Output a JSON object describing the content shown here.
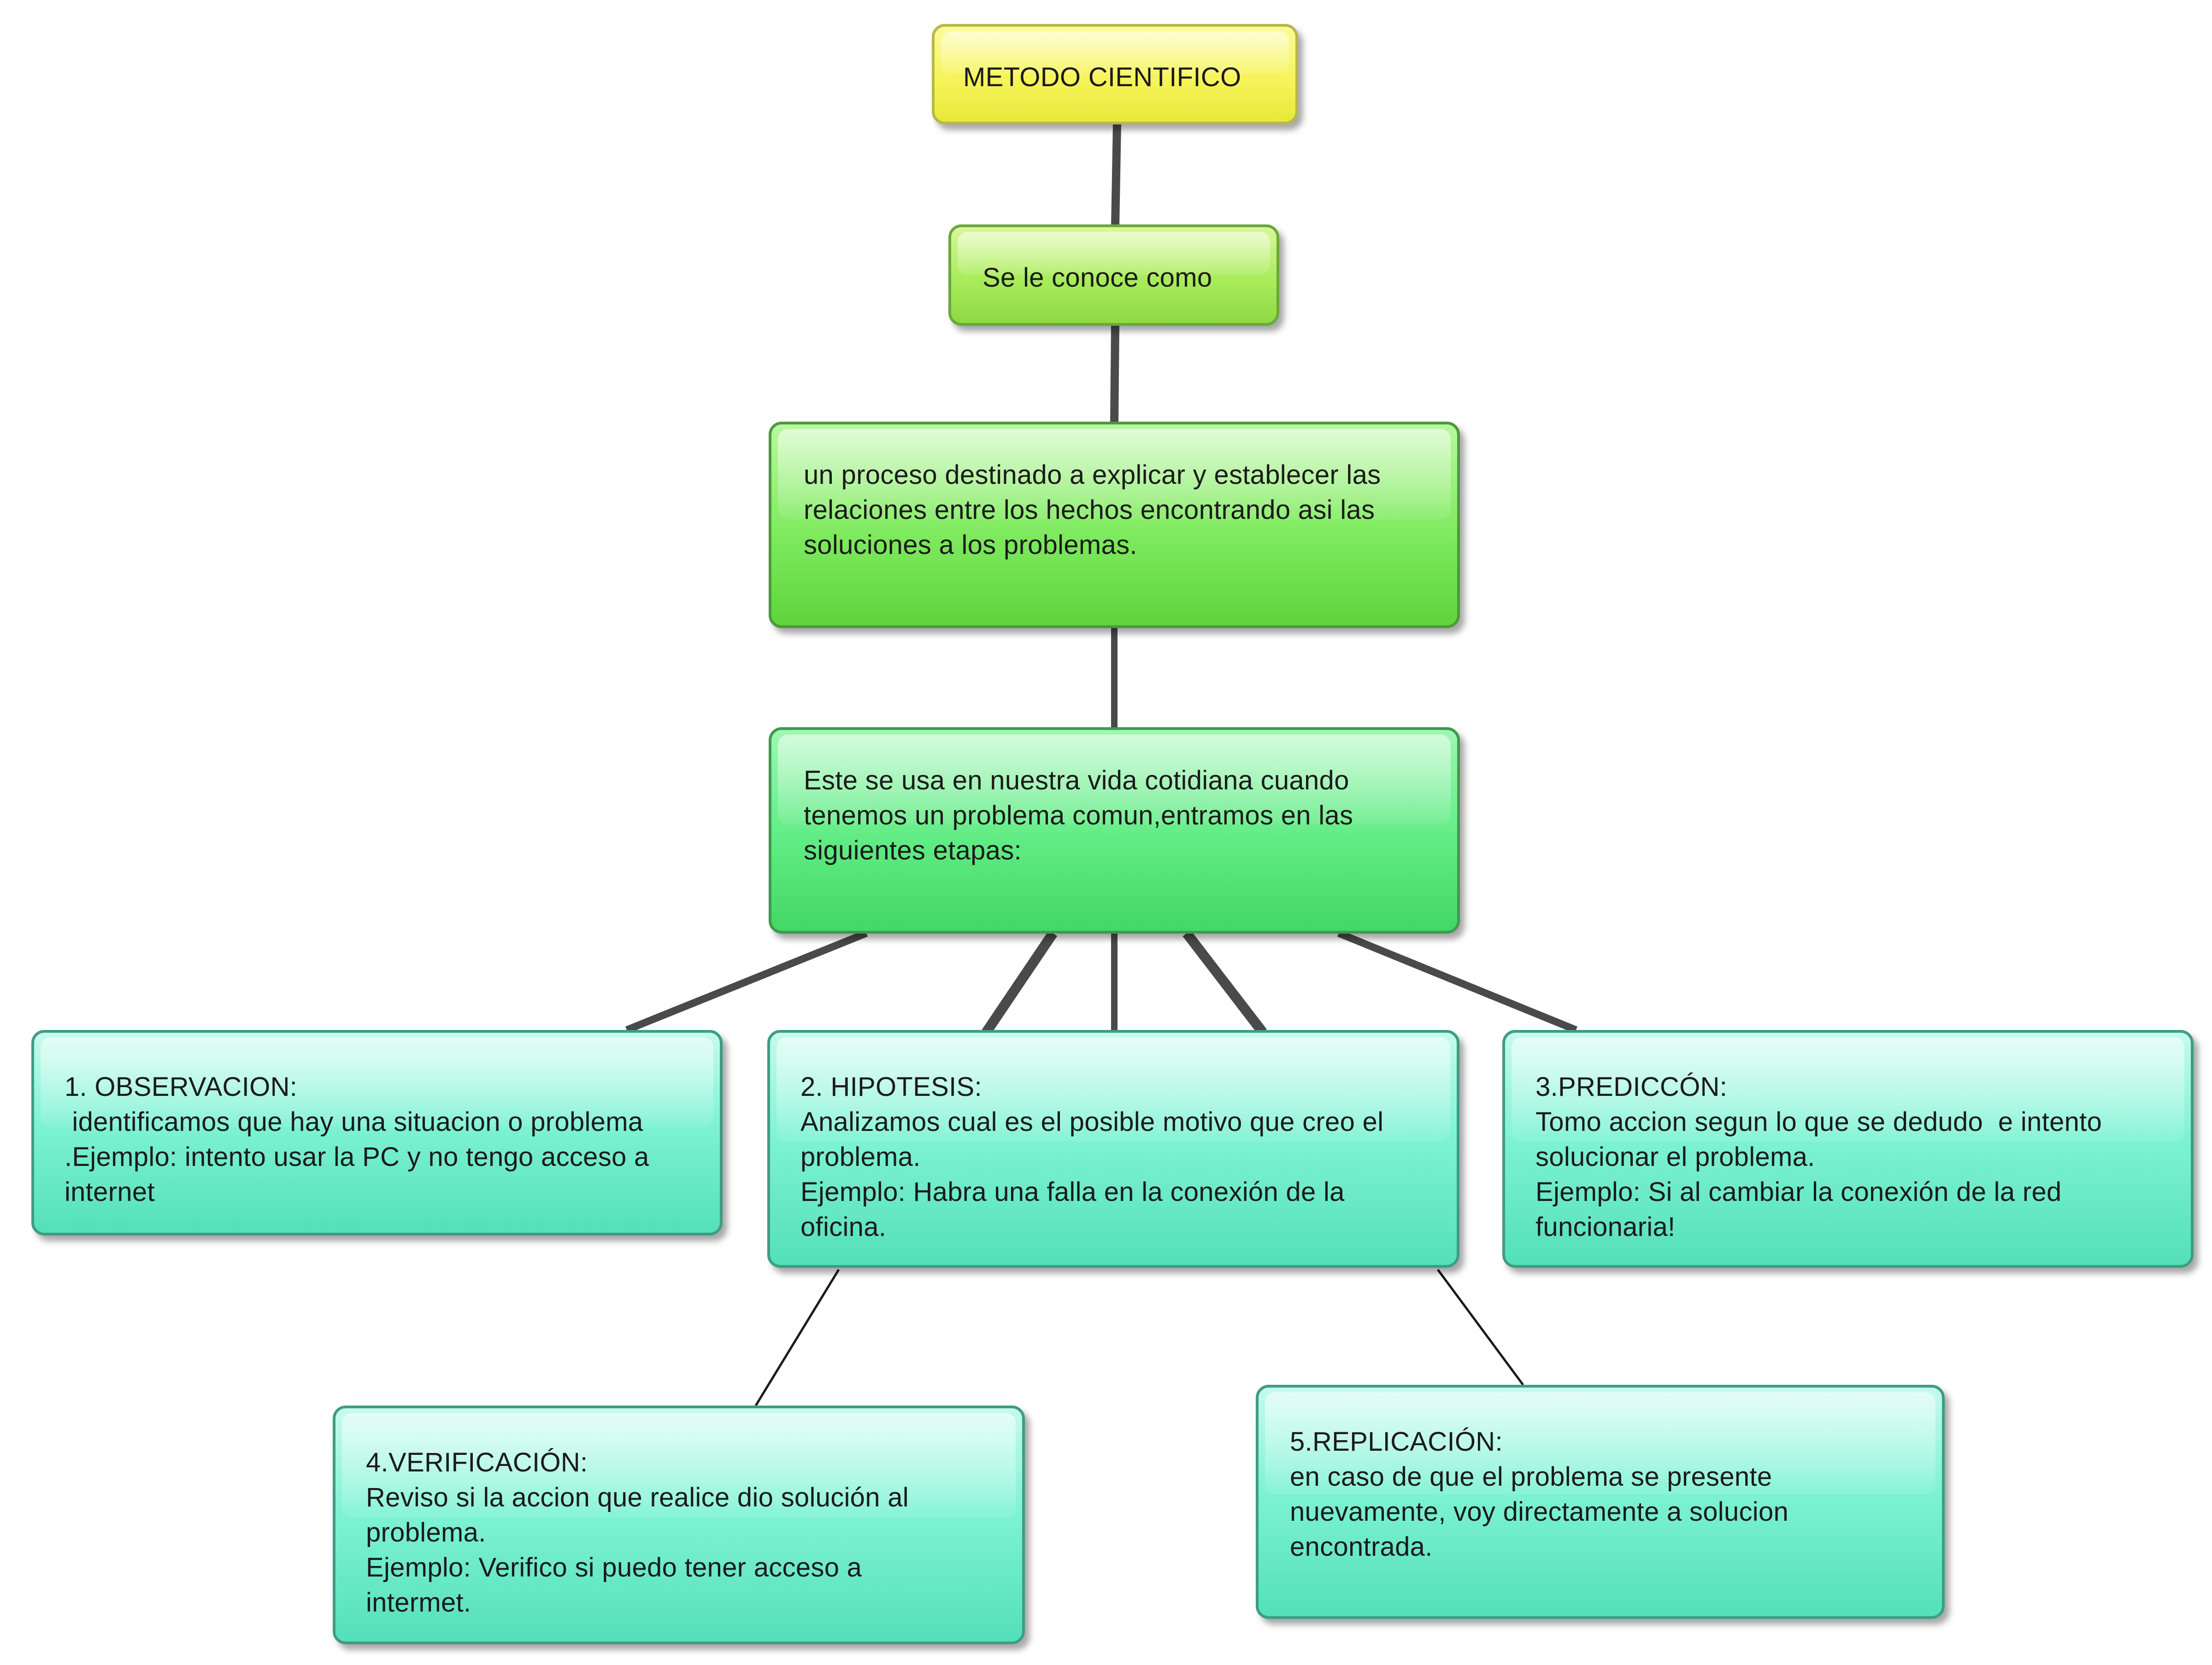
{
  "diagram": {
    "title": "METODO CIENTIFICO",
    "link_label": "Se le conoce como",
    "definition": "un proceso destinado a explicar y establecer las\nrelaciones entre los hechos encontrando asi las\nsoluciones a los problemas.",
    "usage": "Este se usa en nuestra vida cotidiana cuando\ntenemos un problema comun,entramos en las\nsiguientes etapas:",
    "steps": [
      {
        "text": "1. OBSERVACION:\n identificamos que hay una situacion o problema\n.Ejemplo: intento usar la PC y no tengo acceso a\ninternet"
      },
      {
        "text": "2. HIPOTESIS:\nAnalizamos cual es el posible motivo que creo el\nproblema.\nEjemplo: Habra una falla en la conexión de la\noficina."
      },
      {
        "text": "3.PREDICCÓN:\nTomo accion segun lo que se dedudo  e intento\nsolucionar el problema.\nEjemplo: Si al cambiar la conexión de la red\nfuncionaria!"
      },
      {
        "text": "4.VERIFICACIÓN:\nReviso si la accion que realice dio solución al\nproblema.\nEjemplo: Verifico si puedo tener acceso a\nintermet."
      },
      {
        "text": "5.REPLICACIÓN:\nen caso de que el problema se presente\nnuevamente, voy directamente a solucion\nencontrada."
      }
    ]
  },
  "colors": {
    "title_fill": "#f6f45a",
    "link_fill": "#a8ec5a",
    "definition_fill": "#7eea5e",
    "usage_fill": "#60ec84",
    "step_fill": "#7ef3d3",
    "connector": "#444444"
  }
}
